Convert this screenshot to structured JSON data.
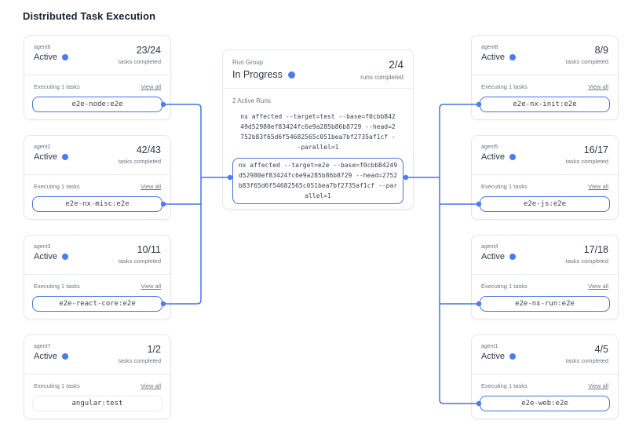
{
  "title": "Distributed Task Execution",
  "colors": {
    "accent": "#4a72e0",
    "dot": "#4c7bee"
  },
  "run_group": {
    "label": "Run Group",
    "status": "In Progress",
    "progress": "2/4",
    "progress_caption": "runs completed",
    "active_runs_label": "2 Active Runs",
    "runs": [
      {
        "command": "nx affected --target=test --base=f0cbb84249d52980ef83424fc6e9a285b86b8729 --head=2752b83f65d6f54682565c051bea7bf2735af1cf --parallel=1",
        "highlighted": false
      },
      {
        "command": "nx affected --target=e2e --base=f0cbb84249d52980ef83424fc6e9a285b86b8729 --head=2752b83f65d6f54682565c051bea7bf2735af1cf --parallel=1",
        "highlighted": true
      }
    ]
  },
  "agents_left": [
    {
      "name": "agent6",
      "status": "Active",
      "progress": "23/24",
      "progress_caption": "tasks completed",
      "executing_label": "Executing 1 tasks",
      "view_all": "View all",
      "task": "e2e-node:e2e",
      "highlighted": true
    },
    {
      "name": "agent2",
      "status": "Active",
      "progress": "42/43",
      "progress_caption": "tasks completed",
      "executing_label": "Executing 1 tasks",
      "view_all": "View all",
      "task": "e2e-nx-misc:e2e",
      "highlighted": true
    },
    {
      "name": "agent3",
      "status": "Active",
      "progress": "10/11",
      "progress_caption": "tasks completed",
      "executing_label": "Executing 1 tasks",
      "view_all": "View all",
      "task": "e2e-react-core:e2e",
      "highlighted": true
    },
    {
      "name": "agent7",
      "status": "Active",
      "progress": "1/2",
      "progress_caption": "tasks completed",
      "executing_label": "Executing 1 tasks",
      "view_all": "View all",
      "task": "angular:test",
      "highlighted": false
    }
  ],
  "agents_right": [
    {
      "name": "agent8",
      "status": "Active",
      "progress": "8/9",
      "progress_caption": "tasks completed",
      "executing_label": "Executing 1 tasks",
      "view_all": "View all",
      "task": "e2e-nx-init:e2e",
      "highlighted": true
    },
    {
      "name": "agent5",
      "status": "Active",
      "progress": "16/17",
      "progress_caption": "tasks completed",
      "executing_label": "Executing 1 tasks",
      "view_all": "View all",
      "task": "e2e-js:e2e",
      "highlighted": true
    },
    {
      "name": "agent4",
      "status": "Active",
      "progress": "17/18",
      "progress_caption": "tasks completed",
      "executing_label": "Executing 1 tasks",
      "view_all": "View all",
      "task": "e2e-nx-run:e2e",
      "highlighted": true
    },
    {
      "name": "agent1",
      "status": "Active",
      "progress": "4/5",
      "progress_caption": "tasks completed",
      "executing_label": "Executing 1 tasks",
      "view_all": "View all",
      "task": "e2e-web:e2e",
      "highlighted": true
    }
  ]
}
